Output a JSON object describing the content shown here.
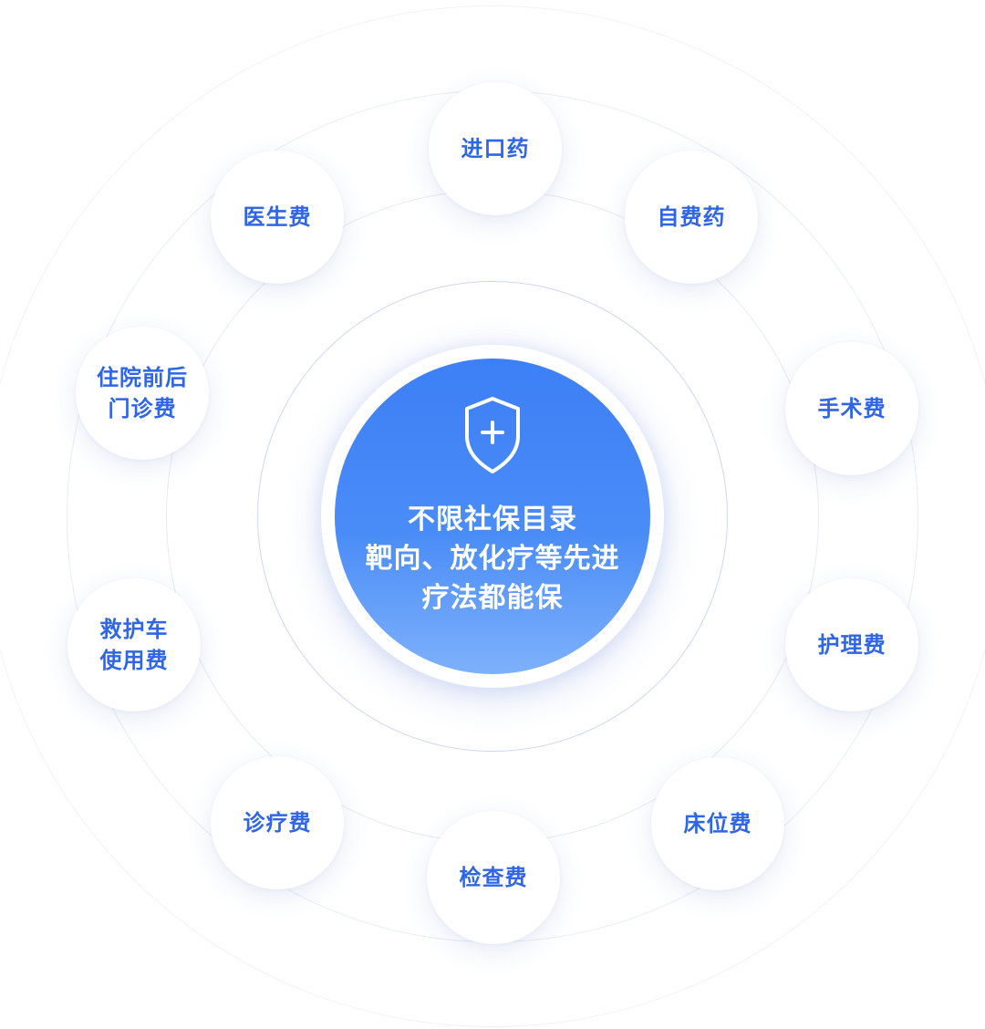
{
  "center": {
    "icon": "shield-plus-icon",
    "lines": [
      "不限社保目录",
      "靶向、放化疗等先进",
      "疗法都能保"
    ]
  },
  "coverage_items": [
    {
      "id": "imported-drugs",
      "lines": [
        "进口药"
      ]
    },
    {
      "id": "self-paid-drugs",
      "lines": [
        "自费药"
      ]
    },
    {
      "id": "surgery-fee",
      "lines": [
        "手术费"
      ]
    },
    {
      "id": "nursing-fee",
      "lines": [
        "护理费"
      ]
    },
    {
      "id": "bed-fee",
      "lines": [
        "床位费"
      ]
    },
    {
      "id": "examination-fee",
      "lines": [
        "检查费"
      ]
    },
    {
      "id": "treatment-fee",
      "lines": [
        "诊疗费"
      ]
    },
    {
      "id": "ambulance-fee",
      "lines": [
        "救护车",
        "使用费"
      ]
    },
    {
      "id": "outpatient-fee",
      "lines": [
        "住院前后",
        "门诊费"
      ]
    },
    {
      "id": "doctor-fee",
      "lines": [
        "医生费"
      ]
    }
  ],
  "colors": {
    "accent": "#2f66e8",
    "center_top": "#3d7ff6",
    "center_bottom": "#7eb1fb",
    "ring": "#cdd7f4"
  }
}
